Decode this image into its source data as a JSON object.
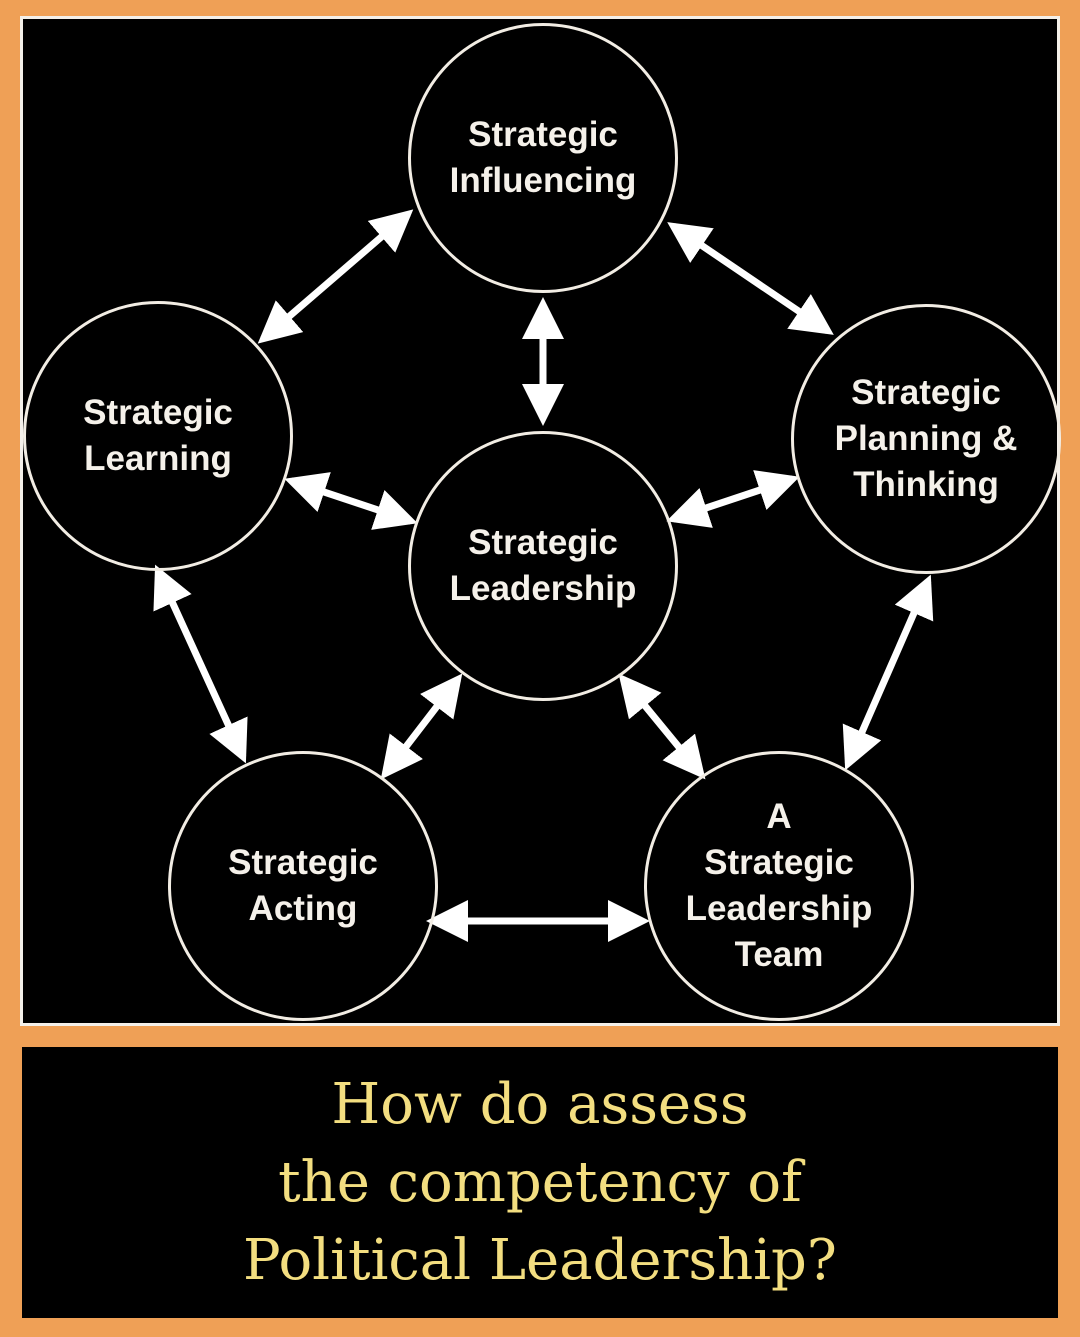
{
  "diagram": {
    "nodes": {
      "top": "Strategic\nInfluencing",
      "left": "Strategic\nLearning",
      "right": "Strategic\nPlanning &\nThinking",
      "center": "Strategic\nLeadership",
      "bottom_left": "Strategic\nActing",
      "bottom_right": "A\nStrategic\nLeadership\nTeam"
    }
  },
  "caption": "How do assess\nthe competency of\nPolitical Leadership?",
  "colors": {
    "frame": "#EFA056",
    "caption_text": "#F3DE80",
    "background": "#000000",
    "lines": "#FFFFFF"
  }
}
